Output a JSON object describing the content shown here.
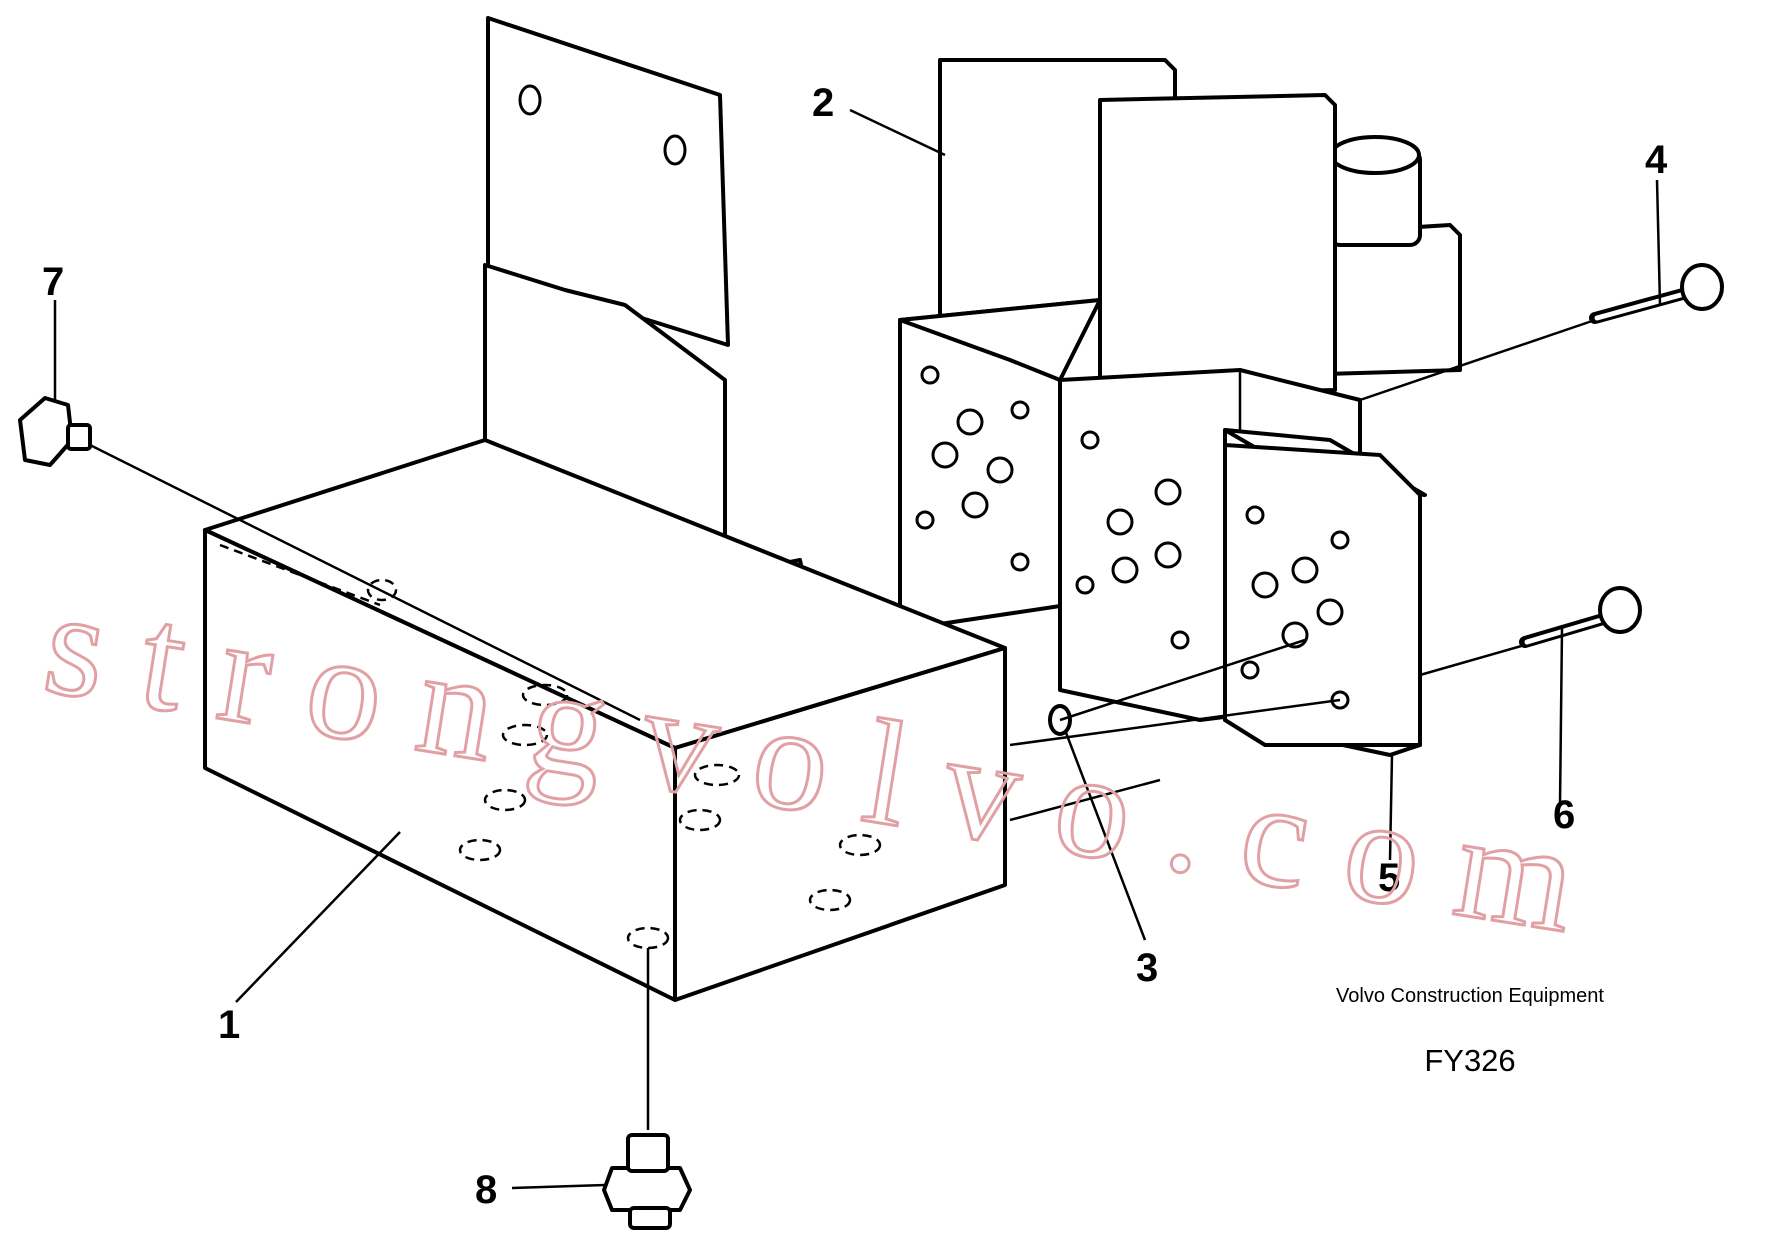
{
  "callouts": [
    {
      "id": "1",
      "label": "1"
    },
    {
      "id": "2",
      "label": "2"
    },
    {
      "id": "3",
      "label": "3"
    },
    {
      "id": "4",
      "label": "4"
    },
    {
      "id": "5",
      "label": "5"
    },
    {
      "id": "6",
      "label": "6"
    },
    {
      "id": "7",
      "label": "7"
    },
    {
      "id": "8",
      "label": "8"
    }
  ],
  "caption": {
    "company": "Volvo Construction Equipment",
    "figure_code": "FY326"
  },
  "watermark": {
    "text": "strongvolvo.com",
    "color": "#e0a0a4"
  },
  "colors": {
    "line": "#000000",
    "background": "#ffffff"
  }
}
